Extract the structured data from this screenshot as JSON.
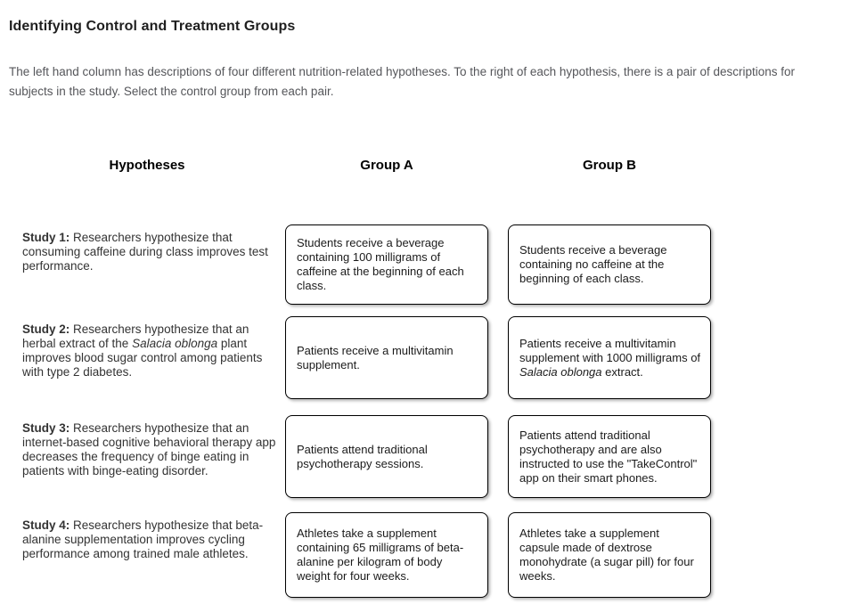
{
  "page": {
    "title": "Identifying Control and Treatment Groups",
    "instructions": "The left hand column has descriptions of four different nutrition-related hypotheses. To the right of each hypothesis, there is a pair of descriptions for subjects in the study. Select the control group from each pair."
  },
  "table": {
    "headers": {
      "hypotheses": "Hypotheses",
      "group_a": "Group A",
      "group_b": "Group B"
    },
    "studies": [
      {
        "hypothesis": [
          {
            "text": "Study 1:",
            "bold": true
          },
          {
            "text": " Researchers hypothesize that consuming caffeine during class improves test performance."
          }
        ],
        "group_a": [
          {
            "text": "Students receive a beverage containing 100 milligrams of caffeine at the beginning of each class."
          }
        ],
        "group_b": [
          {
            "text": "Students receive a beverage containing no caffeine at the beginning of each class."
          }
        ]
      },
      {
        "hypothesis": [
          {
            "text": "Study 2:",
            "bold": true
          },
          {
            "text": " Researchers hypothesize that an herbal extract of the "
          },
          {
            "text": "Salacia oblonga",
            "italic": true
          },
          {
            "text": " plant improves blood sugar control among patients with type 2 diabetes."
          }
        ],
        "group_a": [
          {
            "text": "Patients receive a multivitamin supplement."
          }
        ],
        "group_b": [
          {
            "text": "Patients receive a multivitamin supplement with 1000 milligrams of "
          },
          {
            "text": "Salacia oblonga",
            "italic": true
          },
          {
            "text": " extract."
          }
        ]
      },
      {
        "hypothesis": [
          {
            "text": "Study 3:",
            "bold": true
          },
          {
            "text": " Researchers hypothesize that an internet-based cognitive behavioral therapy app decreases the frequency of binge eating in patients with binge-eating disorder."
          }
        ],
        "group_a": [
          {
            "text": "Patients attend traditional psychotherapy sessions."
          }
        ],
        "group_b": [
          {
            "text": "Patients attend traditional psychotherapy and are also instructed to use the \"TakeControl\" app on their smart phones."
          }
        ]
      },
      {
        "hypothesis": [
          {
            "text": "Study 4:",
            "bold": true
          },
          {
            "text": " Researchers hypothesize that beta-alanine supplementation improves cycling performance among trained male athletes."
          }
        ],
        "group_a": [
          {
            "text": "Athletes take a supplement containing 65 milligrams of beta-alanine per kilogram of body weight for four weeks."
          }
        ],
        "group_b": [
          {
            "text": "Athletes take a supplement capsule made of dextrose monohydrate (a sugar pill) for four weeks."
          }
        ]
      }
    ]
  }
}
